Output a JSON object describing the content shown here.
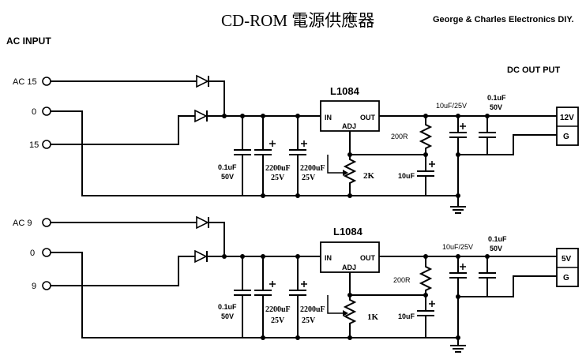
{
  "title": "CD-ROM 電源供應器",
  "brand": "George & Charles Electronics DIY.",
  "ac_input_label": "AC INPUT",
  "dc_output_label": "DC OUT PUT",
  "top_circuit": {
    "inputs": [
      "AC 15",
      "0",
      "15"
    ],
    "regulator": "L1084",
    "pin_in": "IN",
    "pin_out": "OUT",
    "pin_adj": "ADJ",
    "cap1": [
      "0.1uF",
      "50V"
    ],
    "cap2": [
      "2200uF",
      "25V"
    ],
    "cap3": [
      "2200uF",
      "25V"
    ],
    "resistor": "200R",
    "pot": "2K",
    "adj_cap": "10uF",
    "out_cap1": "10uF/25V",
    "out_cap2": [
      "0.1uF",
      "50V"
    ],
    "outputs": [
      "12V",
      "G"
    ]
  },
  "bottom_circuit": {
    "inputs": [
      "AC  9",
      "0",
      "9"
    ],
    "regulator": "L1084",
    "pin_in": "IN",
    "pin_out": "OUT",
    "pin_adj": "ADJ",
    "cap1": [
      "0.1uF",
      "50V"
    ],
    "cap2": [
      "2200uF",
      "25V"
    ],
    "cap3": [
      "2200uF",
      "25V"
    ],
    "resistor": "200R",
    "pot": "1K",
    "adj_cap": "10uF",
    "out_cap1": "10uF/25V",
    "out_cap2": [
      "0.1uF",
      "50V"
    ],
    "outputs": [
      "5V",
      "G"
    ]
  }
}
